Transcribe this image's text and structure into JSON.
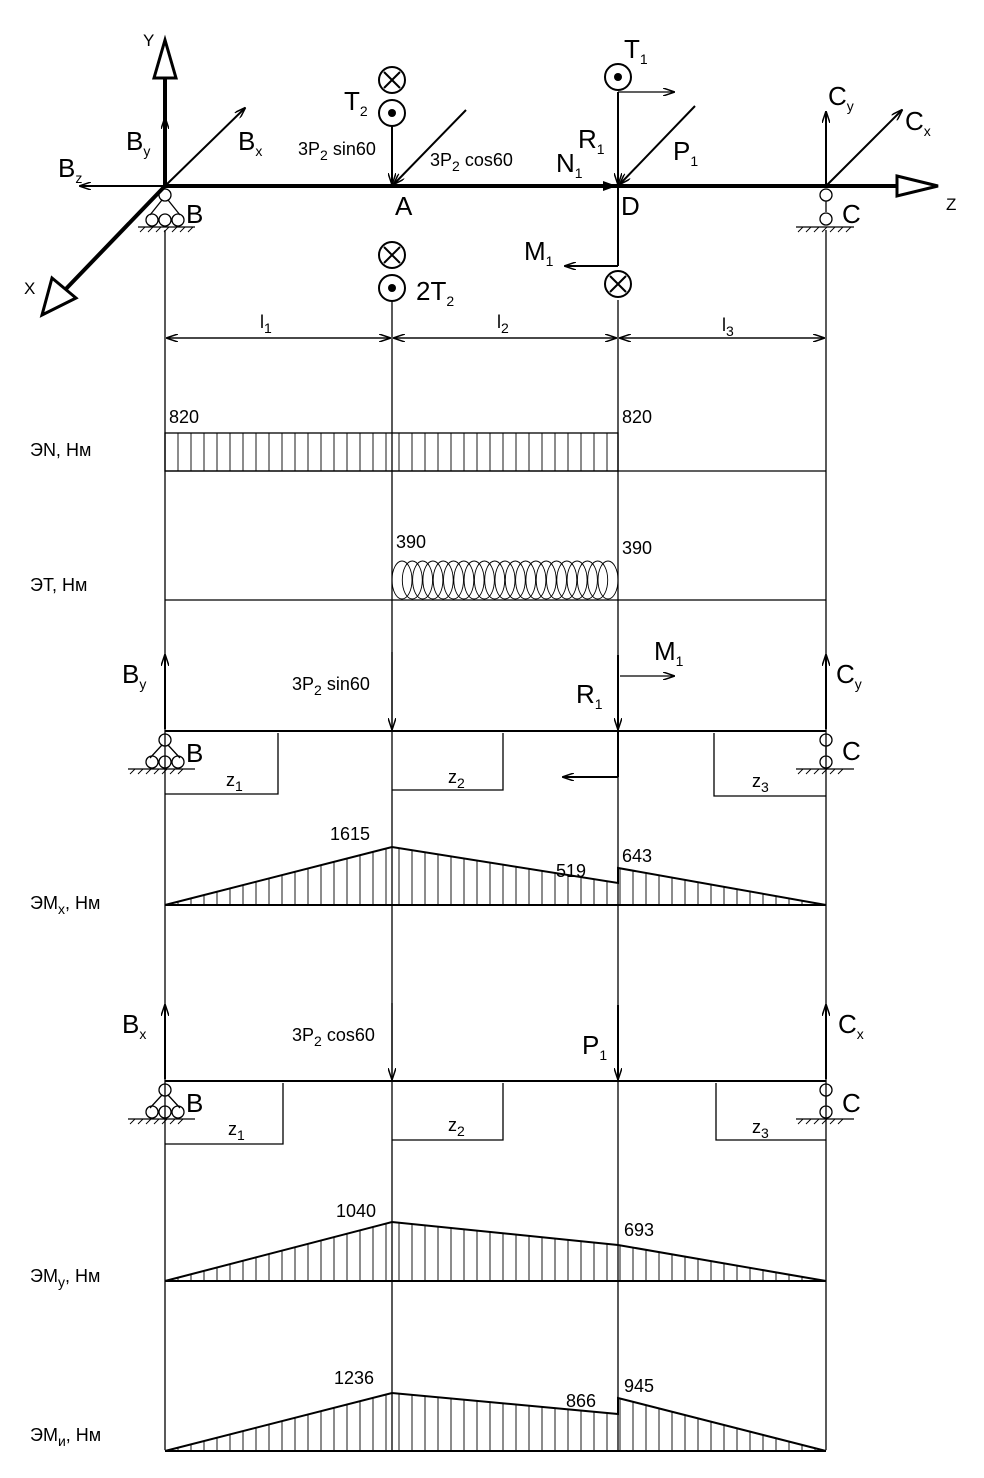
{
  "axes": {
    "y": "Y",
    "z": "Z",
    "x": "X"
  },
  "points": {
    "B": "B",
    "A": "A",
    "D": "D",
    "C": "C"
  },
  "forces": {
    "By": "B",
    "By_sub": "y",
    "Bx": "B",
    "Bx_sub": "x",
    "Bz": "B",
    "Bz_sub": "z",
    "Cy": "C",
    "Cy_sub": "y",
    "Cx": "C",
    "Cx_sub": "x",
    "T2": "T",
    "T2_sub": "2",
    "T1": "T",
    "T1_sub": "1",
    "twoT2": "2T",
    "twoT2_sub": "2",
    "sin_pre": "3P",
    "sin_sub": "2",
    "sin_post": " sin60",
    "cos_pre": "3P",
    "cos_sub": "2",
    "cos_post": " cos60",
    "R1": "R",
    "R1_sub": "1",
    "N1": "N",
    "N1_sub": "1",
    "P1": "P",
    "P1_sub": "1",
    "M1": "M",
    "M1_sub": "1"
  },
  "spans": {
    "l1": "l",
    "l1_sub": "1",
    "l2": "l",
    "l2_sub": "2",
    "l3": "l",
    "l3_sub": "3"
  },
  "segments": {
    "z1": "z",
    "z1_sub": "1",
    "z2": "z",
    "z2_sub": "2",
    "z3": "z",
    "z3_sub": "3"
  },
  "diagrams": {
    "N": {
      "label": "ЭN, Нм",
      "v1": "820",
      "v2": "820"
    },
    "T": {
      "label": "ЭT, Нм",
      "v1": "390",
      "v2": "390"
    },
    "Mx": {
      "label_pre": "ЭM",
      "label_sub": "x",
      "label_post": ", Нм",
      "vA": "1615",
      "vDl": "519",
      "vDr": "643"
    },
    "My": {
      "label_pre": "ЭM",
      "label_sub": "y",
      "label_post": ", Нм",
      "vA": "1040",
      "vD": "693"
    },
    "Mi": {
      "label_pre": "ЭM",
      "label_sub": "и",
      "label_post": ", Нм",
      "vA": "1236",
      "vDl": "866",
      "vDr": "945"
    }
  }
}
